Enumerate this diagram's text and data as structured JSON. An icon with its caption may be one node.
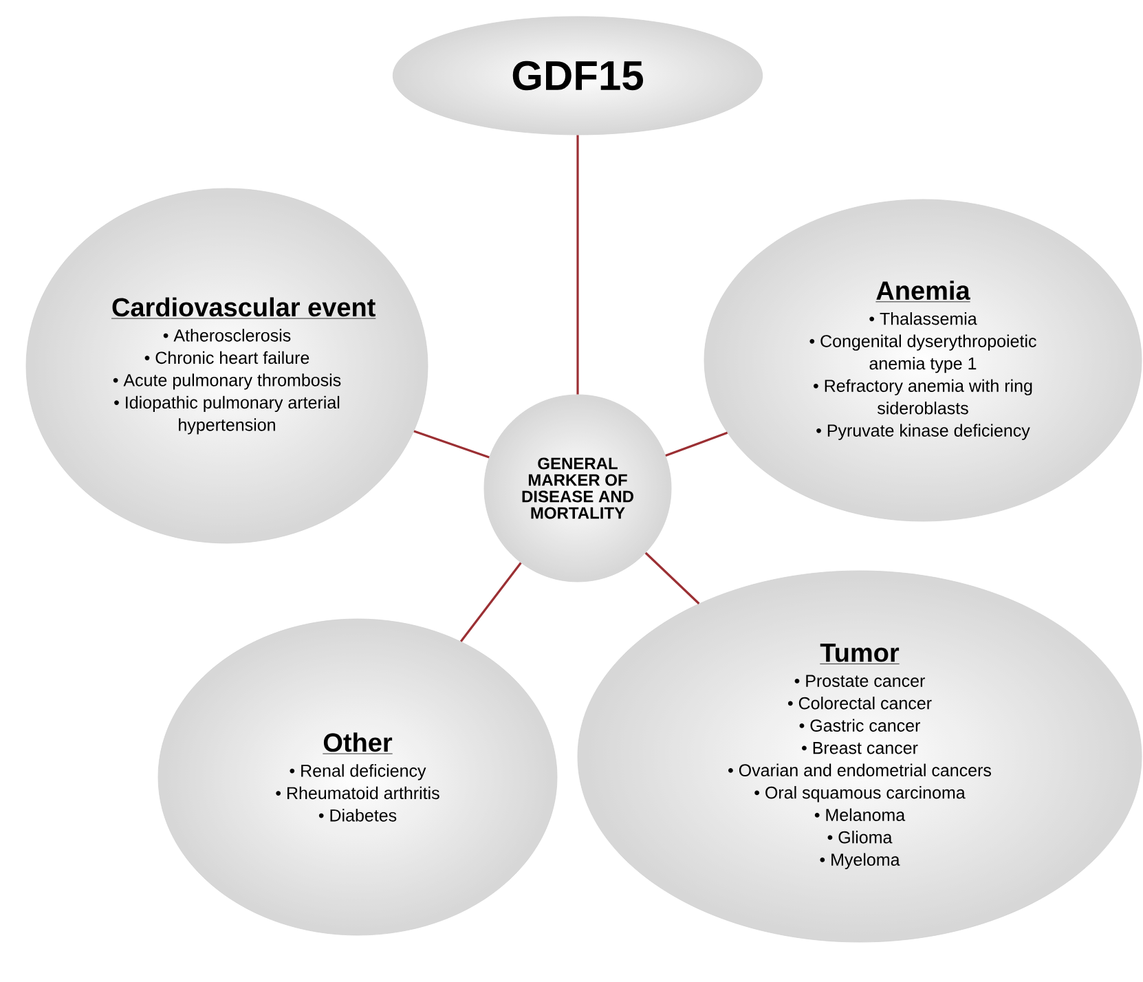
{
  "diagram": {
    "nodes": [
      {
        "text": [
          "GDF15"
        ]
      },
      {
        "text": [
          "Cardiovascular event",
          "• Atherosclerosis",
          "• Chronic heart failure",
          "• Acute pulmonary thrombosis",
          "• Idiopathic pulmonary arterial hypertension"
        ]
      },
      {
        "text": [
          "Anemia",
          "• Thalassemia",
          "• Congenital dyserythropoietic anemia type 1",
          "• Refractory anemia with ring sideroblasts",
          "• Pyruvate kinase deficiency"
        ]
      },
      {
        "text": [
          "GENERAL MARKER OF DISEASE AND MORTALITY"
        ]
      },
      {
        "text": [
          "Tumor",
          "• Prostate cancer",
          "• Colorectal cancer",
          "• Gastric cancer",
          "• Breast cancer",
          "• Ovarian and endometrial cancers",
          "• Oral squamous carcinoma",
          "• Melanoma",
          "• Glioma",
          "• Myeloma"
        ]
      },
      {
        "text": [
          "Other",
          "• Renal deficiency",
          "• Rheumatoid arthritis",
          "• Diabetes"
        ]
      }
    ],
    "edges": [
      {
        "from": 3,
        "to": 0,
        "arrow": "none"
      },
      {
        "from": 3,
        "to": 1,
        "arrow": "none"
      },
      {
        "from": 3,
        "to": 2,
        "arrow": "none"
      },
      {
        "from": 3,
        "to": 4,
        "arrow": "none"
      },
      {
        "from": 3,
        "to": 5,
        "arrow": "none"
      }
    ]
  }
}
